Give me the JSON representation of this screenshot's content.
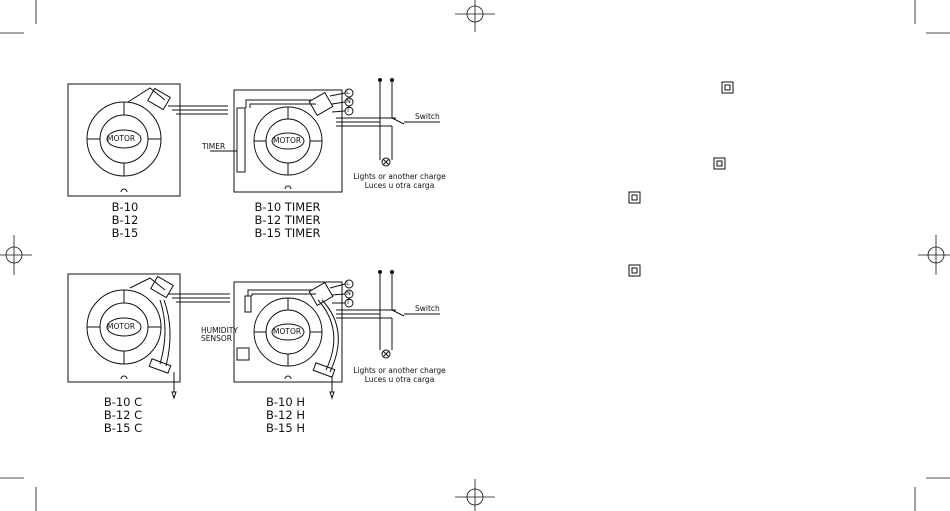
{
  "diagrams": {
    "top_left": {
      "motor_label": "MOTOR",
      "models": [
        "B-10",
        "B-12",
        "B-15"
      ]
    },
    "top_right": {
      "motor_label": "MOTOR",
      "timer_label": "TIMER",
      "terminals": [
        "L",
        "N",
        "T"
      ],
      "switch_label": "Switch",
      "load_label_1": "Lights or another charge",
      "load_label_2": "Luces u otra carga",
      "models": [
        "B-10 TIMER",
        "B-12 TIMER",
        "B-15 TIMER"
      ]
    },
    "bottom_left": {
      "motor_label": "MOTOR",
      "models": [
        "B-10 C",
        "B-12 C",
        "B-15 C"
      ]
    },
    "bottom_right": {
      "motor_label": "MOTOR",
      "sensor_label_1": "HUMIDITY",
      "sensor_label_2": "SENSOR",
      "terminals": [
        "L",
        "N",
        "T"
      ],
      "switch_label": "Switch",
      "load_label_1": "Lights or another charge",
      "load_label_2": "Luces u otra carga",
      "models": [
        "B-10 H",
        "B-12 H",
        "B-15 H"
      ]
    }
  },
  "colors": {
    "ink": "#111111",
    "background": "#ffffff"
  }
}
